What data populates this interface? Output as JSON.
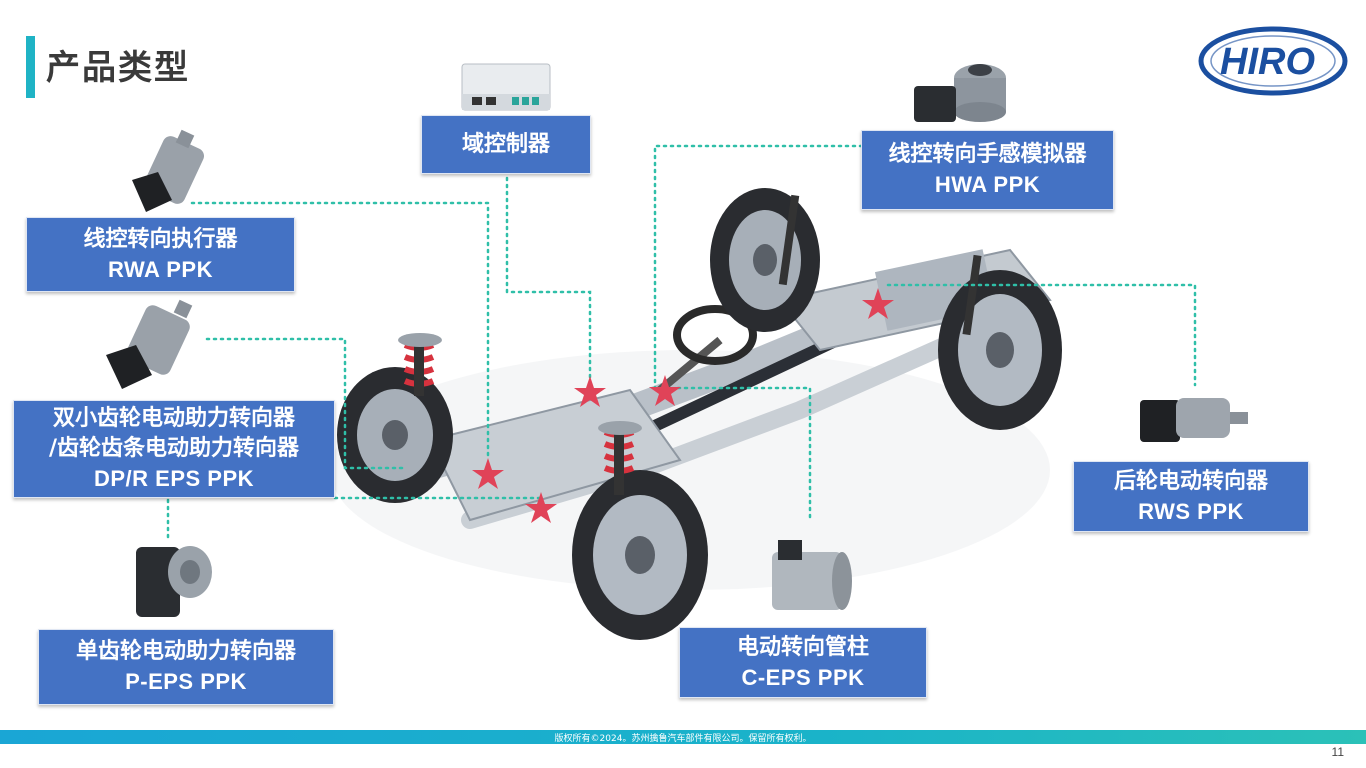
{
  "page": {
    "title": "产品类型",
    "page_number": "11"
  },
  "logo": {
    "text": "HIRO"
  },
  "products": {
    "domain_controller": {
      "cn": "域控制器"
    },
    "hwa": {
      "cn": "线控转向手感模拟器",
      "en": "HWA PPK"
    },
    "rwa": {
      "cn": "线控转向执行器",
      "en": "RWA PPK"
    },
    "dpr_eps": {
      "cn1": "双小齿轮电动助力转向器",
      "cn2": "/齿轮齿条电动助力转向器",
      "en": "DP/R EPS PPK"
    },
    "rws": {
      "cn": "后轮电动转向器",
      "en": "RWS PPK"
    },
    "p_eps": {
      "cn": "单齿轮电动助力转向器",
      "en": "P-EPS PPK"
    },
    "c_eps": {
      "cn": "电动转向管柱",
      "en": "C-EPS PPK"
    }
  },
  "footer": {
    "copyright": "版权所有©2024。苏州擒鲁汽车部件有限公司。保留所有权利。"
  },
  "colors": {
    "accent": "#1fb3c5",
    "box": "#4472c4",
    "marker": "#e04358",
    "leader": "#2fbfa8"
  }
}
